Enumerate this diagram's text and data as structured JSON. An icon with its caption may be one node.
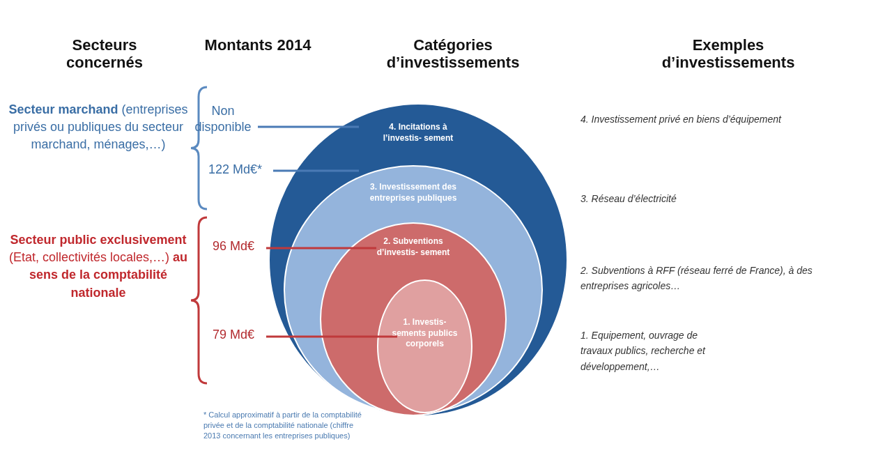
{
  "diagram": {
    "nodes": [
      {
        "text": [
          "4. Incitations à l’investis- sement"
        ]
      },
      {
        "text": [
          "3. Investissement des entreprises publiques"
        ],
        "in": 0
      },
      {
        "text": [
          "2. Subventions d’investis- sement"
        ],
        "in": 1
      },
      {
        "text": [
          "1. Investis- sements publics corporels"
        ],
        "in": 2
      },
      {
        "text": [
          "Non disponible"
        ]
      },
      {
        "text": [
          "122 Md€*"
        ]
      },
      {
        "text": [
          "96 Md€"
        ]
      },
      {
        "text": [
          "79 Md€"
        ]
      }
    ],
    "edges": [
      {
        "from": 4,
        "to": 0,
        "arrow": "none",
        "color": "#4a7ab5"
      },
      {
        "from": 5,
        "to": 1,
        "arrow": "none",
        "color": "#4a7ab5"
      },
      {
        "from": 6,
        "to": 2,
        "arrow": "none",
        "color": "#c0393b"
      },
      {
        "from": 7,
        "to": 3,
        "arrow": "none",
        "color": "#c0393b"
      }
    ],
    "labels": [
      "Secteurs concernés",
      "Montants 2014",
      "Catégories d’investissements",
      "Exemples d’investissements",
      "**Secteur marchand** (entreprises privés ou publiques du secteur marchand, ménages,…)",
      "4. Investissement privé en biens d’équipement",
      "3. Réseau d’électricité",
      "**Secteur public exclusivement** (Etat, collectivités locales,…) **au sens de la comptabilité nationale**",
      "2. Subventions à RFF (réseau ferré de France), à des entreprises agricoles…",
      "1. Equipement, ouvrage de travaux publics, recherche et développement,…",
      "* Calcul approximatif à partir de la comptabilité privée et de la comptabilité nationale (chiffre 2013 concernant les entreprises publiques)"
    ]
  }
}
